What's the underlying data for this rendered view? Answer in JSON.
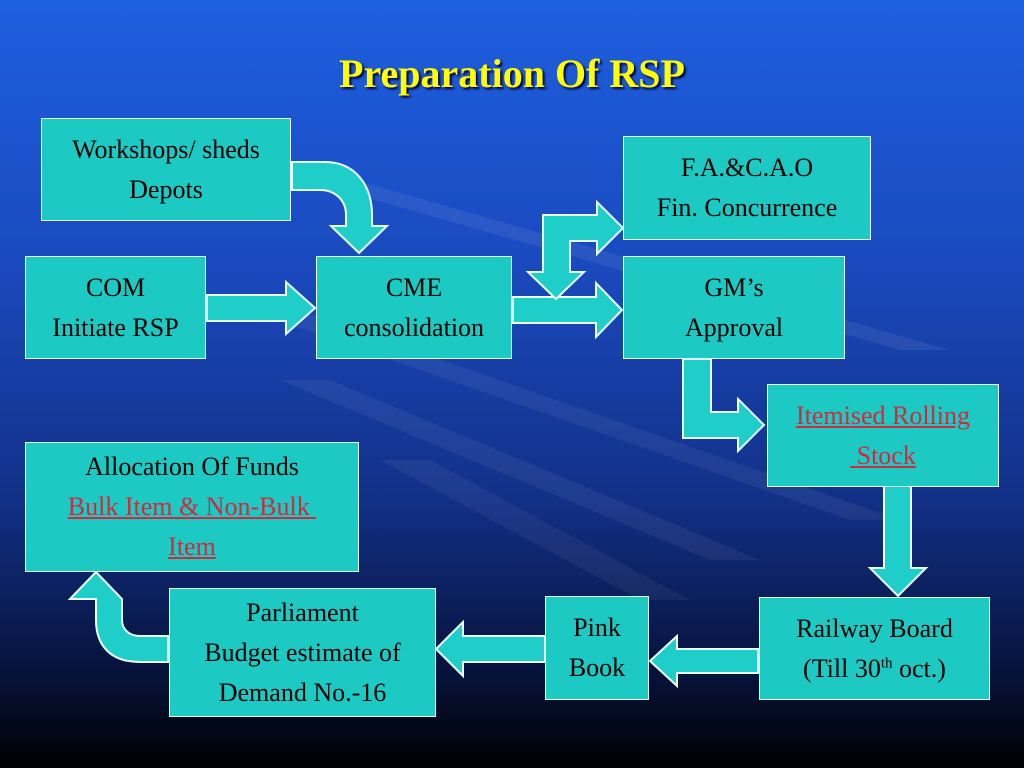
{
  "title": "Preparation Of RSP",
  "colors": {
    "background": "#1a49bd",
    "title": "#ffff00",
    "box": "#1cc9c3",
    "link": "#d4283d"
  },
  "boxes": {
    "workshops": {
      "line1": "Workshops/ sheds",
      "line2": "Depots"
    },
    "fa_cao": {
      "line1": "F.A.&C.A.O",
      "line2": "Fin. Concurrence"
    },
    "com": {
      "line1": "COM",
      "line2": "Initiate RSP"
    },
    "cme": {
      "line1": "CME",
      "line2": "consolidation"
    },
    "gm": {
      "line1": "GM’s",
      "line2": "Approval"
    },
    "itemised": {
      "line1": "Itemised Rolling",
      "line2": " Stock"
    },
    "allocation": {
      "line1": "Allocation Of Funds",
      "line2": "Bulk Item & Non-Bulk ",
      "line3": "Item"
    },
    "parliament": {
      "line1": "Parliament",
      "line2": "Budget estimate of",
      "line3": "Demand No.-16"
    },
    "pink_book": {
      "line1": "Pink",
      "line2": "Book"
    },
    "railway_board": {
      "line1": "Railway Board",
      "line2_pre": "(Till 30",
      "line2_sup": "th",
      "line2_post": " oct.)"
    }
  }
}
